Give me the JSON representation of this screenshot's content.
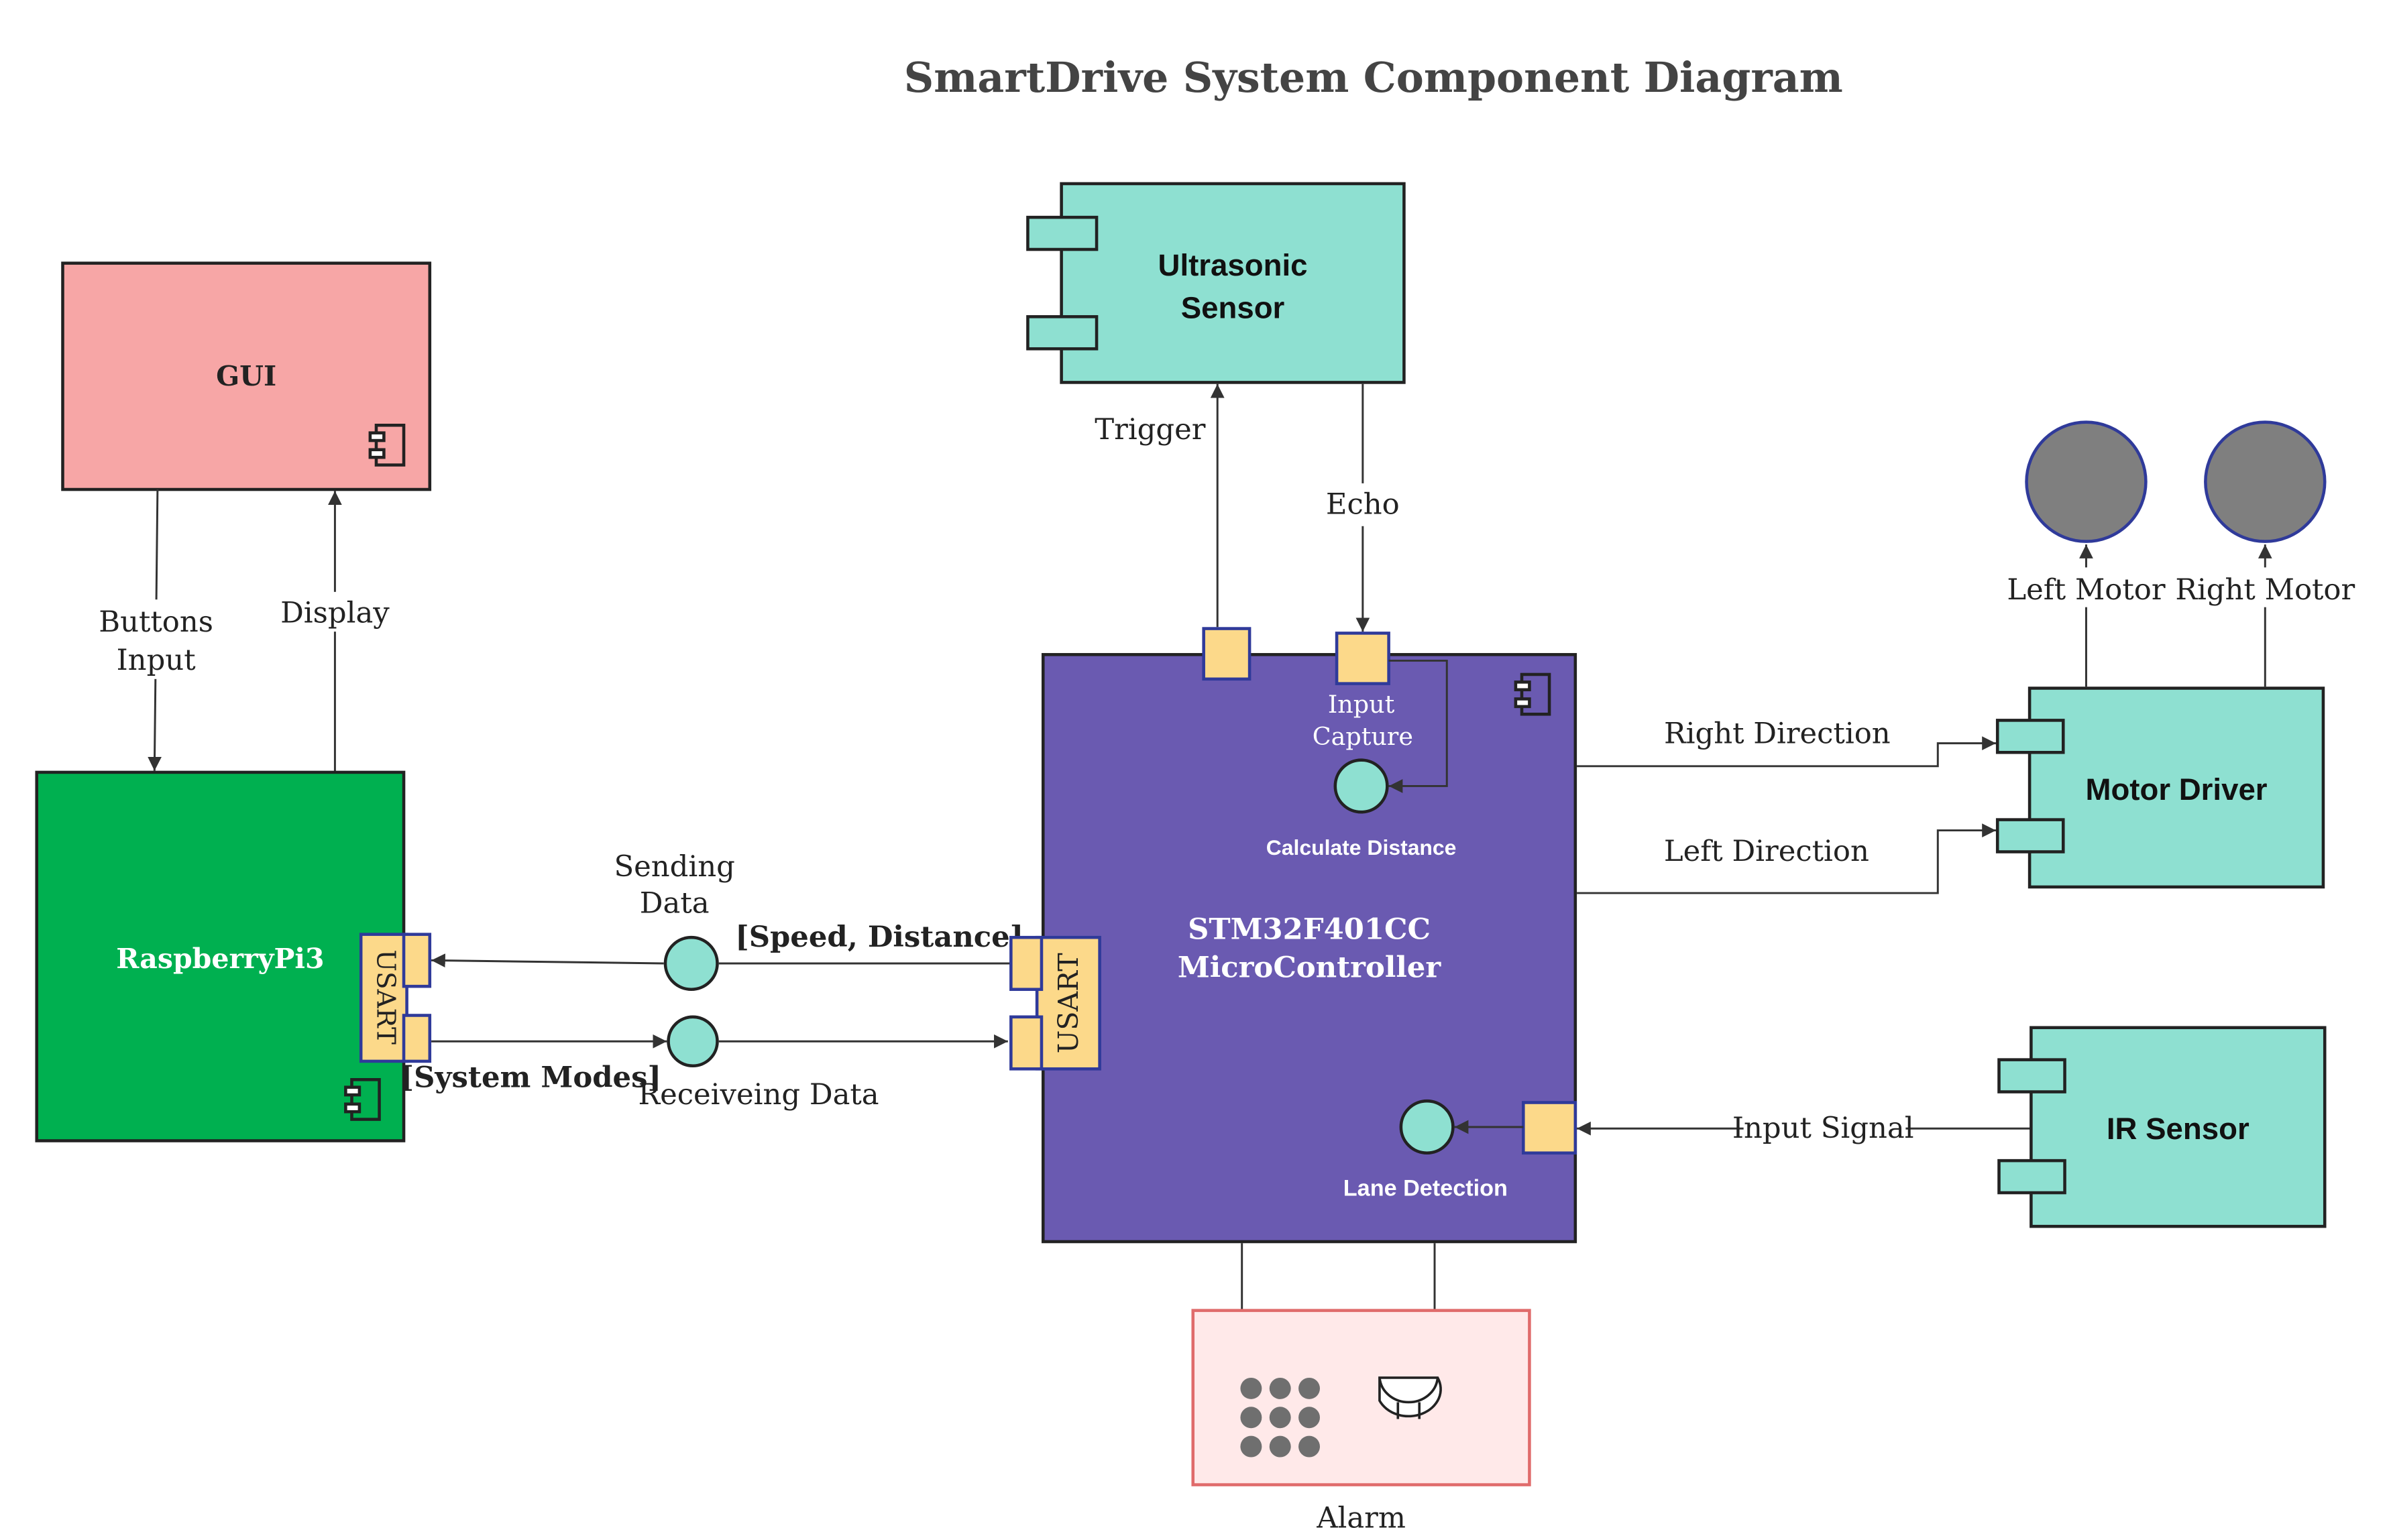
{
  "title": "SmartDrive System Component Diagram",
  "colors": {
    "gui_fill": "#f7a6a6",
    "rpi_fill": "#00b050",
    "mcu_fill": "#6a5ab1",
    "sensor_fill": "#8ee0d1",
    "port_fill": "#fcd98a",
    "port_stroke": "#2f3a9a",
    "alarm_fill": "#ffe9e9",
    "alarm_stroke": "#e06b6b",
    "motor_fill": "#7f7f7f",
    "motor_stroke": "#2f3a9a",
    "line": "#333333"
  },
  "components": {
    "gui": {
      "label": "GUI",
      "icon": "component-icon"
    },
    "raspberrypi": {
      "label": "RaspberryPi3",
      "port_label": "USART",
      "icon": "component-icon"
    },
    "ultrasonic": {
      "line1": "Ultrasonic",
      "line2": "Sensor"
    },
    "mcu": {
      "line1": "STM32F401CC",
      "line2": "MicroController",
      "port_label": "USART",
      "input_capture_line1": "Input",
      "input_capture_line2": "Capture",
      "calculate_distance": "Calculate Distance",
      "lane_detection": "Lane Detection",
      "icon": "component-icon"
    },
    "motor_driver": {
      "label": "Motor Driver"
    },
    "ir_sensor": {
      "label": "IR Sensor"
    },
    "alarm": {
      "label": "Alarm",
      "icons": [
        "keypad-icon",
        "buzzer-icon"
      ]
    },
    "left_motor": {
      "label": "Left Motor"
    },
    "right_motor": {
      "label": "Right Motor"
    }
  },
  "connections": {
    "buttons_input_line1": "Buttons",
    "buttons_input_line2": "Input",
    "display": "Display",
    "trigger": "Trigger",
    "echo": "Echo",
    "sending_data_line1": "Sending",
    "sending_data_line2": "Data",
    "speed_distance": "[Speed, Distance]",
    "system_modes": "[System Modes]",
    "receiving_data": "Receiveing Data",
    "right_direction": "Right Direction",
    "left_direction": "Left Direction",
    "input_signal": "Input Signal"
  }
}
